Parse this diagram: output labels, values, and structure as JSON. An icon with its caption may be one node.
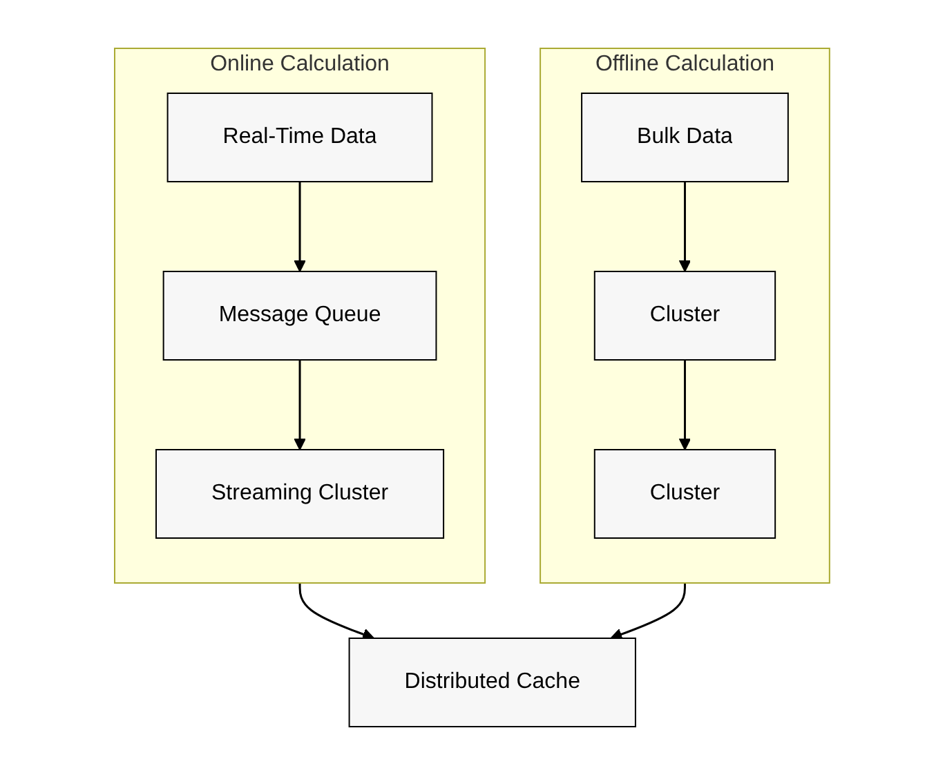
{
  "diagram": {
    "nodes": [
      {
        "text": [
          "Online Calculation"
        ]
      },
      {
        "text": [
          "Real-Time Data"
        ],
        "in": 0
      },
      {
        "text": [
          "Message Queue"
        ],
        "in": 0
      },
      {
        "text": [
          "Streaming Cluster"
        ],
        "in": 0
      },
      {
        "text": [
          "Offline Calculation"
        ]
      },
      {
        "text": [
          "Bulk Data"
        ],
        "in": 4
      },
      {
        "text": [
          "Cluster"
        ],
        "in": 4
      },
      {
        "text": [
          "Cluster"
        ],
        "in": 4
      },
      {
        "text": [
          "Distributed Cache"
        ]
      }
    ],
    "edges": [
      {
        "from": 1,
        "to": 2,
        "arrow": "to"
      },
      {
        "from": 2,
        "to": 3,
        "arrow": "to"
      },
      {
        "from": 5,
        "to": 6,
        "arrow": "to"
      },
      {
        "from": 6,
        "to": 7,
        "arrow": "to"
      },
      {
        "from": 0,
        "to": 8,
        "arrow": "to"
      },
      {
        "from": 4,
        "to": 8,
        "arrow": "to"
      }
    ]
  }
}
